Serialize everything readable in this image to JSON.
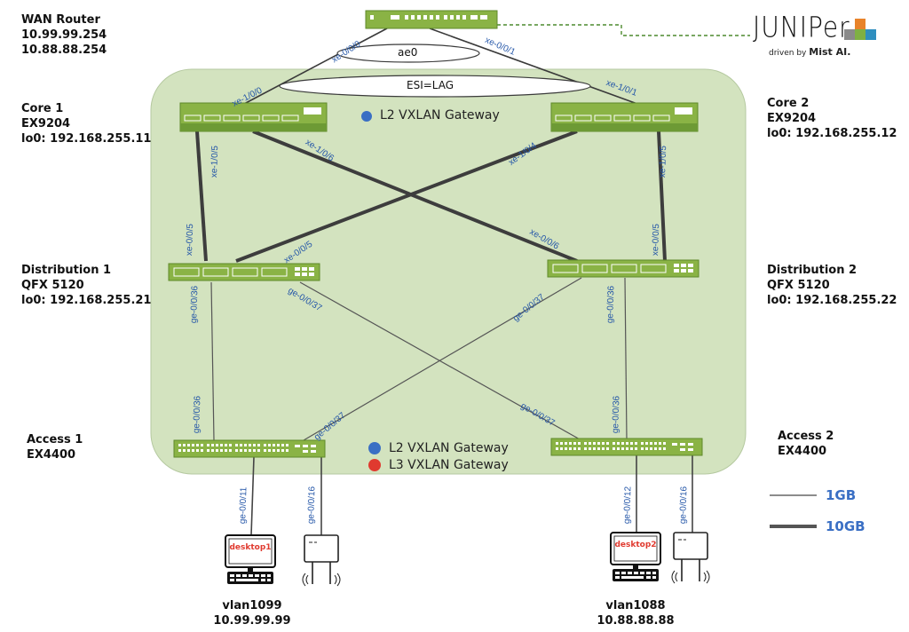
{
  "brand": {
    "name": "JUNIPer",
    "tagline_prefix": "driven by",
    "tagline_brand": "Mist AI.",
    "colors": [
      "#e8832a",
      "#7fb043",
      "#2f8fbf",
      "#8a8a8a"
    ]
  },
  "devices": {
    "wan_router": {
      "lines": [
        "WAN Router",
        "10.99.99.254",
        "10.88.88.254"
      ]
    },
    "core1": {
      "lines": [
        "Core 1",
        "EX9204",
        "lo0: 192.168.255.11"
      ]
    },
    "core2": {
      "lines": [
        "Core 2",
        "EX9204",
        "lo0: 192.168.255.12"
      ]
    },
    "dist1": {
      "lines": [
        "Distribution 1",
        "QFX 5120",
        "lo0: 192.168.255.21"
      ]
    },
    "dist2": {
      "lines": [
        "Distribution 2",
        "QFX 5120",
        "lo0: 192.168.255.22"
      ]
    },
    "access1": {
      "lines": [
        "Access 1",
        "EX4400"
      ]
    },
    "access2": {
      "lines": [
        "Access 2",
        "EX4400"
      ]
    }
  },
  "lags": {
    "ae0": "ae0",
    "esi_lag": "ESI=LAG"
  },
  "ports": {
    "wan_left": "xe-0/0/0",
    "wan_right": "xe-0/0/1",
    "core1_up": "xe-1/0/0",
    "core2_up": "xe-1/0/1",
    "core1_down": "xe-1/0/5",
    "core1_cross": "xe-1/0/6",
    "core2_cross": "xe-1/0/4",
    "core2_down": "xe-1/0/5",
    "dist1_up": "xe-0/0/5",
    "dist1_cross": "xe-0/0/5",
    "dist2_cross": "xe-0/0/6",
    "dist2_up": "xe-0/0/5",
    "dist1_down": "ge-0/0/36",
    "dist1_cross_down": "ge-0/0/37",
    "dist2_cross_down": "ge-0/0/37",
    "dist2_down": "ge-0/0/36",
    "acc1_up": "ge-0/0/36",
    "acc1_cross": "ge-0/0/37",
    "acc2_cross": "ge-0/0/37",
    "acc2_up": "ge-0/0/36",
    "acc1_desktop": "ge-0/0/11",
    "acc1_ap": "ge-0/0/16",
    "acc2_desktop": "ge-0/0/12",
    "acc2_ap": "ge-0/0/16"
  },
  "gateways": {
    "core_legend": {
      "label": "L2 VXLAN Gateway",
      "color": "#3a6fc4"
    },
    "access_legend": [
      {
        "label": "L2 VXLAN Gateway",
        "color": "#3a6fc4"
      },
      {
        "label": "L3 VXLAN Gateway",
        "color": "#e03a2f"
      }
    ]
  },
  "endpoints": {
    "desktop1": {
      "name": "desktop1",
      "vlan": "vlan1099",
      "ip": "10.99.99.99"
    },
    "desktop2": {
      "name": "desktop2",
      "vlan": "vlan1088",
      "ip": "10.88.88.88"
    }
  },
  "speed_legend": [
    {
      "label": "1GB"
    },
    {
      "label": "10GB"
    }
  ]
}
